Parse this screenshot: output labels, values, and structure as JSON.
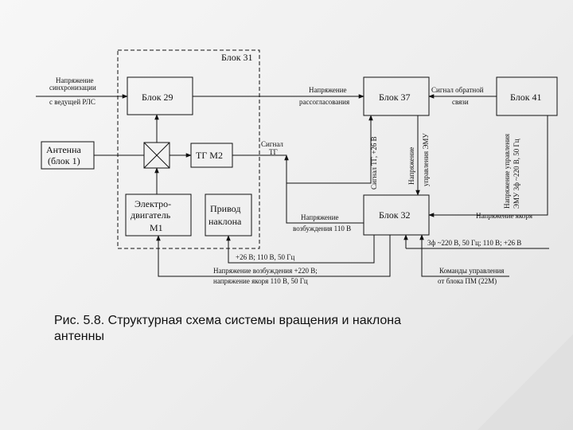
{
  "diagram": {
    "block31": "Блок 31",
    "block29": "Блок 29",
    "block37": "Блок 37",
    "block41": "Блок 41",
    "block32": "Блок 32",
    "tg_m2": "ТГ М2",
    "antenna_l1": "Антенна",
    "antenna_l2": "(блок 1)",
    "motor_l1": "Электро-",
    "motor_l2": "двигатель",
    "motor_l3": "М1",
    "tilt_l1": "Привод",
    "tilt_l2": "наклона",
    "sync_l1": "Напряжение",
    "sync_l2": "синхронизации",
    "sync_l3": "с ведущей РЛС",
    "mismatch_l1": "Напряжение",
    "mismatch_l2": "рассогласования",
    "feedback_l1": "Сигнал обратной",
    "feedback_l2": "связи",
    "tg_signal_l1": "Сигнал",
    "tg_signal_l2": "ТГ",
    "excite_l1": "Напряжение",
    "excite_l2": "возбуждения 110 В",
    "anchor_v": "Напряжение якоря",
    "v_sig1": "Сигнал ТГ, +26 В",
    "v_sig2a": "Напряжение",
    "v_sig2b": "управления ЭМУ",
    "v_sig3a": "Напряжение управления",
    "v_sig3b": "ЭМУ 3ф ~220 В, 50 Гц",
    "power_line": "3ф ~220 В, 50 Гц; 110 В; +26 В",
    "power_bottom": "+26 В; 110 В, 50 Гц",
    "excite220_l1": "Напряжение возбуждения +220 В;",
    "excite220_l2": "напряжение якоря 110 В, 50 Гц",
    "commands_l1": "Команды управления",
    "commands_l2": "от блока ПМ (22М)"
  },
  "caption": {
    "line1": "Рис. 5.8. Структурная схема системы вращения и наклона",
    "line2": "антенны"
  }
}
